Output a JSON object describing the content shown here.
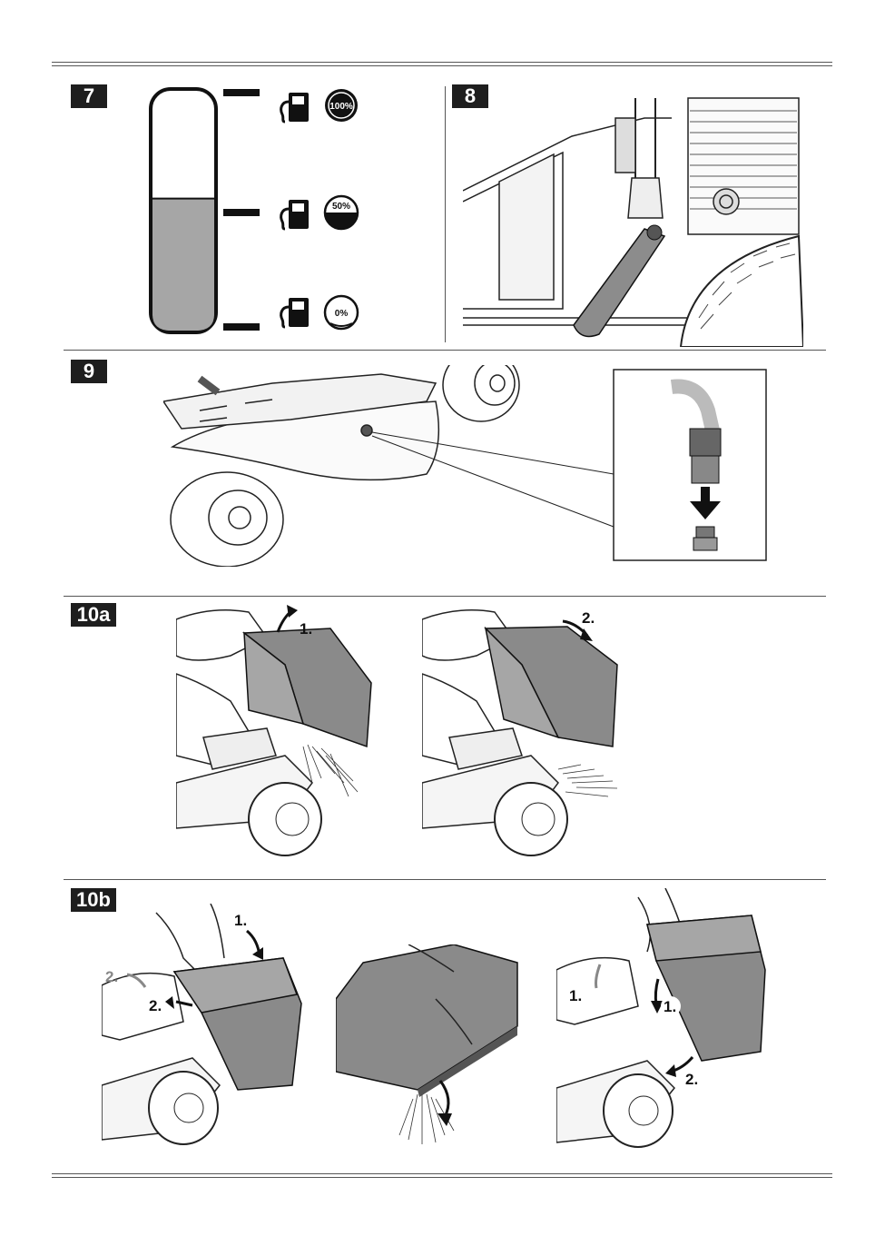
{
  "figures": {
    "fig7": {
      "badge": "7",
      "fuel_levels": [
        {
          "label": "100%",
          "fraction": 1.0,
          "icon": "fuel-pump-icon"
        },
        {
          "label": "50%",
          "fraction": 0.5,
          "icon": "fuel-pump-icon"
        },
        {
          "label": "0%",
          "fraction": 0.0,
          "icon": "fuel-pump-icon"
        }
      ],
      "gauge_fill_fraction": 0.55
    },
    "fig8": {
      "badge": "8"
    },
    "fig9": {
      "badge": "9"
    },
    "fig10a": {
      "badge": "10a",
      "steps": [
        {
          "label": "1."
        },
        {
          "label": "2."
        }
      ]
    },
    "fig10b": {
      "badge": "10b",
      "left_steps": [
        "1.",
        "2.",
        "2."
      ],
      "right_steps": [
        "1.",
        "1.",
        "2."
      ]
    }
  },
  "colors": {
    "ink": "#1a1a1a",
    "gray_fill": "#a6a6a6",
    "dark_gray": "#6e6e6e",
    "badge_bg": "#1e1e1e"
  }
}
